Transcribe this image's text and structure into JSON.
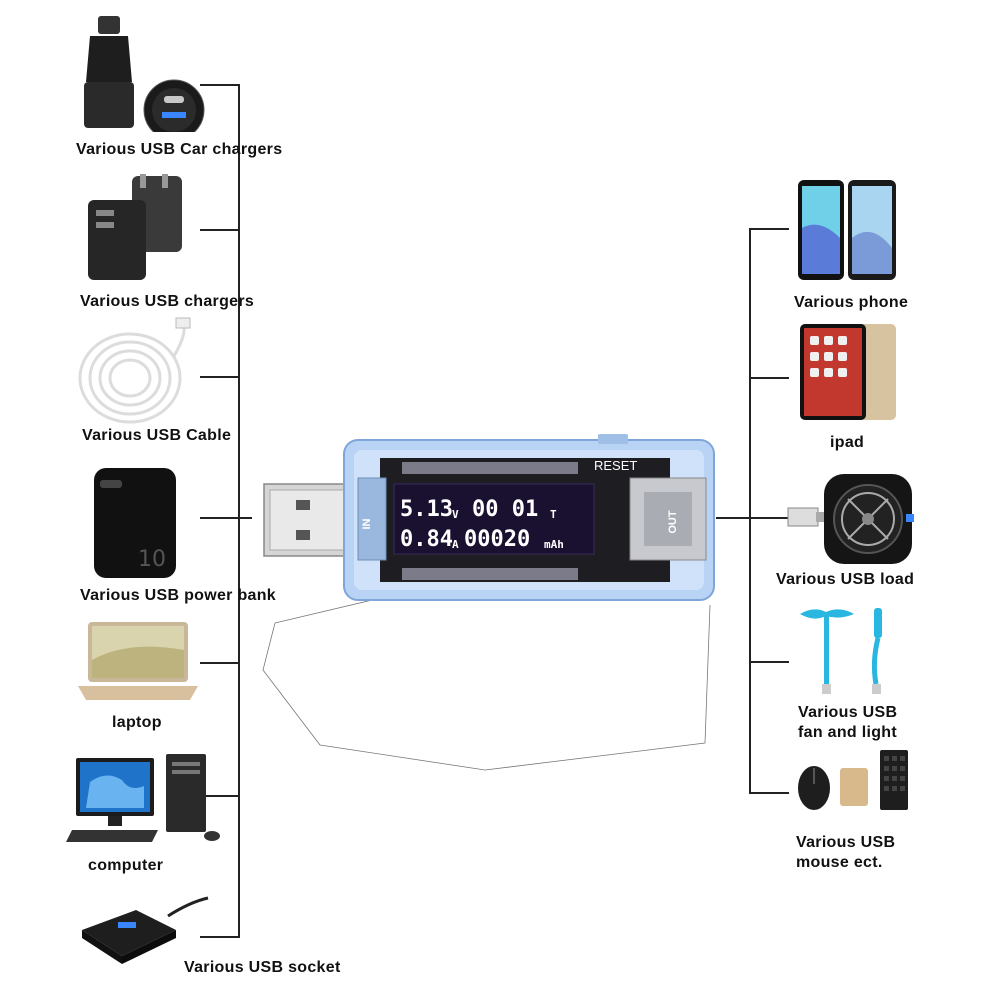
{
  "left_items": [
    {
      "id": "car-charger",
      "label": "Various USB Car chargers",
      "icon": "car-charger-icon"
    },
    {
      "id": "usb-charger",
      "label": "Various USB chargers",
      "icon": "wall-charger-icon"
    },
    {
      "id": "usb-cable",
      "label": "Various USB Cable",
      "icon": "cable-icon"
    },
    {
      "id": "power-bank",
      "label": "Various USB power bank",
      "icon": "power-bank-icon"
    },
    {
      "id": "laptop",
      "label": "laptop",
      "icon": "laptop-icon"
    },
    {
      "id": "computer",
      "label": "computer",
      "icon": "desktop-computer-icon"
    },
    {
      "id": "usb-socket",
      "label": "Various USB socket",
      "icon": "usb-hub-icon"
    }
  ],
  "right_items": [
    {
      "id": "phone",
      "label": "Various phone",
      "icon": "phone-icon"
    },
    {
      "id": "ipad",
      "label": "ipad",
      "icon": "tablet-icon"
    },
    {
      "id": "usb-load",
      "label": "Various USB load",
      "icon": "usb-load-icon"
    },
    {
      "id": "fan-light",
      "label_line1": "Various USB",
      "label_line2": "fan and light",
      "icon": "fan-light-icon"
    },
    {
      "id": "mouse",
      "label_line1": "Various USB",
      "label_line2": "mouse ect.",
      "icon": "mouse-icon"
    }
  ],
  "meter": {
    "reset_label": "RESET",
    "in_label": "IN",
    "out_label": "OUT",
    "voltage_value": "5.13",
    "voltage_unit": "V",
    "time_value": "00 01",
    "time_unit": "T",
    "current_value": "0.84",
    "current_unit": "A",
    "capacity_value": "00020",
    "capacity_unit": "mAh"
  },
  "colors": {
    "lcd_background": "#1a1030",
    "meter_body": "#b9d3f5",
    "connector_line": "#222222"
  }
}
